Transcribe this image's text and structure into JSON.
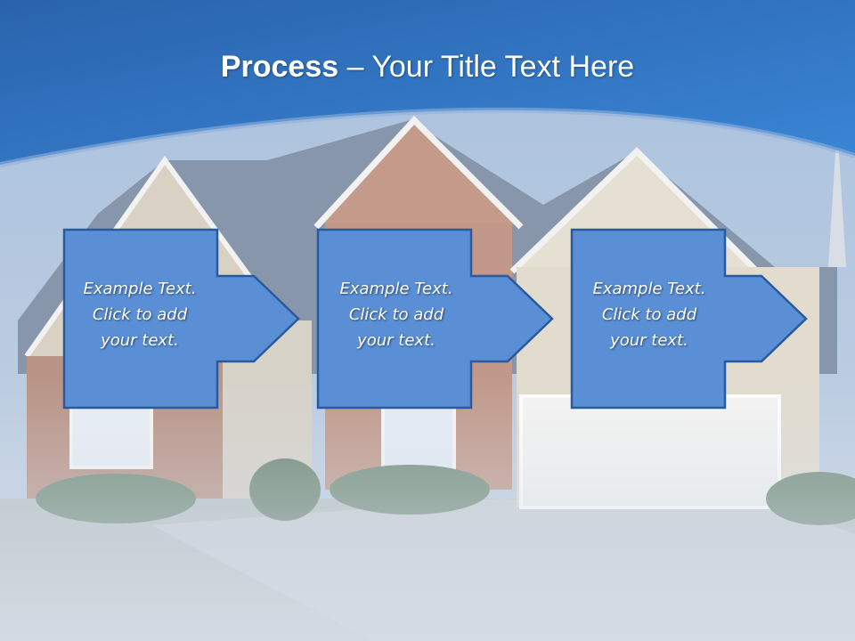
{
  "slide": {
    "title_bold": "Process",
    "title_rest": " – Your Title Text Here"
  },
  "steps": [
    {
      "line1": "Example Text.",
      "line2": "Click  to add",
      "line3": "your text."
    },
    {
      "line1": "Example Text.",
      "line2": "Click  to add",
      "line3": "your text."
    },
    {
      "line1": "Example Text.",
      "line2": "Click  to add",
      "line3": "your text."
    }
  ],
  "colors": {
    "header_blue": "#2f6db8",
    "box_fill": "#5a8fd6",
    "box_stroke": "#2a5a9e"
  }
}
